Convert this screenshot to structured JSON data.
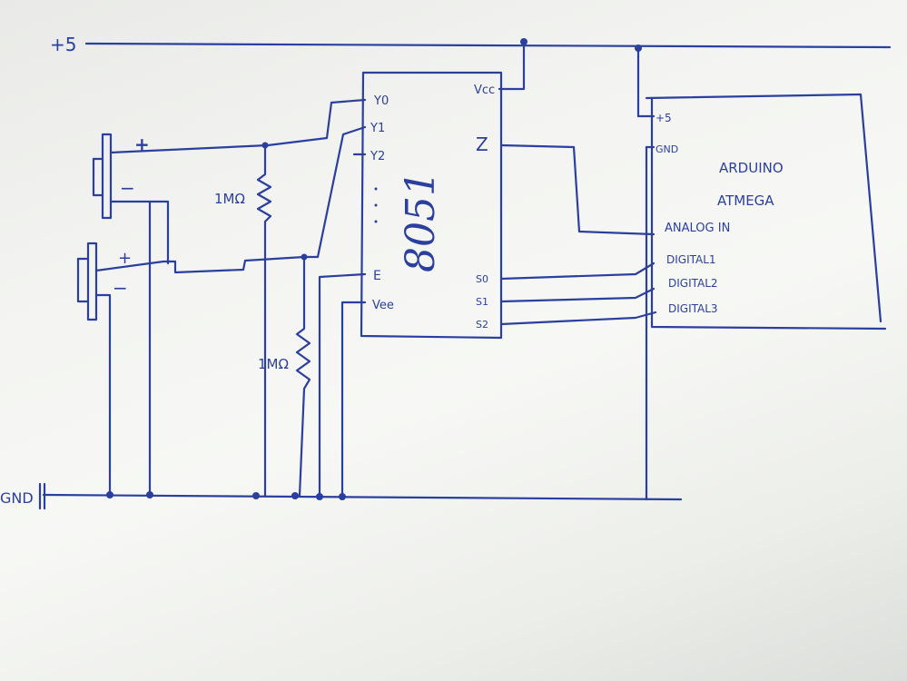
{
  "rail": {
    "vcc": "+5",
    "gnd": "GND"
  },
  "ic": {
    "part": "8051",
    "pins_left": [
      "Y0",
      "Y1",
      "Y2",
      "E",
      "Vee"
    ],
    "pin_vcc": "Vcc",
    "pin_z": "Z",
    "pins_select": [
      "S0",
      "S1",
      "S2"
    ]
  },
  "arduino": {
    "title_line1": "ARDUINO",
    "title_line2": "ATMEGA",
    "pin_5v": "+5",
    "pin_gnd": "GND",
    "pin_analog": "ANALOG IN",
    "pins_digital": [
      "DIGITAL1",
      "DIGITAL2",
      "DIGITAL3"
    ]
  },
  "resistors": {
    "r1": "1MΩ",
    "r2": "1MΩ"
  },
  "sensors": {
    "plus": "+",
    "minus": "−"
  },
  "colors": {
    "ink": "#2b3f9e",
    "paper": "#f4f5f2"
  }
}
